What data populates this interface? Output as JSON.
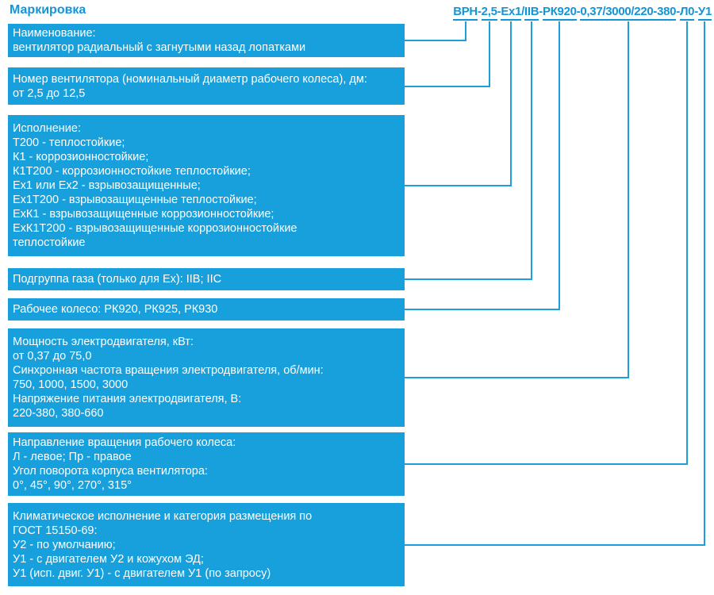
{
  "title": "Маркировка",
  "code": {
    "full": "ВРН-2,5-Ex1/IIВ-РК920-0,37/3000/220-380-Л0-У1",
    "segments": [
      {
        "text": "ВРН",
        "sep_after": "-"
      },
      {
        "text": "2,5",
        "sep_after": "-"
      },
      {
        "text": "Ex1",
        "sep_after": "/"
      },
      {
        "text": "IIВ",
        "sep_after": "-"
      },
      {
        "text": "РК920",
        "sep_after": "-"
      },
      {
        "text": "0,37/3000/220-380",
        "sep_after": "-"
      },
      {
        "text": "Л0",
        "sep_after": "-"
      },
      {
        "text": "У1",
        "sep_after": ""
      }
    ]
  },
  "boxes": [
    {
      "name": "name",
      "lines": [
        "Наименование:",
        "вентилятор радиальный с загнутыми назад лопатками"
      ]
    },
    {
      "name": "number",
      "lines": [
        "Номер вентилятора (номинальный диаметр рабочего колеса), дм:",
        "от 2,5 до 12,5"
      ]
    },
    {
      "name": "execution",
      "lines": [
        "Исполнение:",
        "Т200 - теплостойкие;",
        "К1 - коррозионностойкие;",
        "К1Т200 - коррозионностойкие теплостойкие;",
        "Ex1 или Ex2 - взрывозащищенные;",
        "Ex1Т200 - взрывозащищенные теплостойкие;",
        "ExК1 - взрывозащищенные коррозионностойкие;",
        "ExК1Т200 - взрывозащищенные коррозионностойкие",
        "теплостойкие"
      ]
    },
    {
      "name": "gas-subgroup",
      "lines": [
        "Подгруппа газа (только для Ex): IIB; IIC"
      ]
    },
    {
      "name": "impeller",
      "lines": [
        "Рабочее колесо: РК920, РК925, РК930"
      ]
    },
    {
      "name": "motor",
      "lines": [
        "Мощность электродвигателя, кВт:",
        "от 0,37 до 75,0",
        "Синхронная частота вращения электродвигателя, об/мин:",
        "750, 1000, 1500, 3000",
        "Напряжение питания электродвигателя, В:",
        "220-380, 380-660"
      ]
    },
    {
      "name": "rotation",
      "lines": [
        "Направление вращения рабочего колеса:",
        "Л - левое; Пр - правое",
        "Угол поворота корпуса вентилятора:",
        "0°, 45°, 90°, 270°, 315°"
      ]
    },
    {
      "name": "climatic",
      "lines": [
        "Климатическое исполнение и категория размещения по",
        "ГОСТ 15150-69:",
        "У2 - по умолчанию;",
        "У1 - с двигателем У2 и кожухом ЭД;",
        "У1 (исп. двиг. У1) - с двигателем У1 (по запросу)"
      ]
    }
  ],
  "colors": {
    "box_blue": "#18A0DC",
    "accent_blue": "#1495D6",
    "line_blue": "#1C9FDA",
    "box_text": "#FFFFFF",
    "background": "#FFFFFF"
  }
}
